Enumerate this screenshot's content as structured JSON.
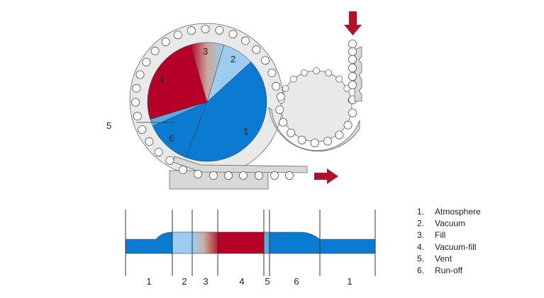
{
  "diagram": {
    "wheel_labels": {
      "s1": "1",
      "s2": "2",
      "s3": "3",
      "s4": "4",
      "s5": "5",
      "s6": "6"
    },
    "timeline_labels": [
      "1",
      "2",
      "3",
      "4",
      "5",
      "6",
      "1"
    ],
    "legend": [
      {
        "num": "1.",
        "text": "Atmosphere"
      },
      {
        "num": "2.",
        "text": "Vacuum"
      },
      {
        "num": "3.",
        "text": "Fill"
      },
      {
        "num": "4.",
        "text": "Vacuum-fill"
      },
      {
        "num": "5.",
        "text": "Vent"
      },
      {
        "num": "6.",
        "text": "Run-off"
      }
    ],
    "colors": {
      "atmosphere": "#0b7bd2",
      "vacuum": "#9ccdf0",
      "fill_red": "#b50028",
      "vent": "#5aaae8",
      "machine_gray": "#e9e9e9",
      "arrow": "#b0122a"
    }
  }
}
